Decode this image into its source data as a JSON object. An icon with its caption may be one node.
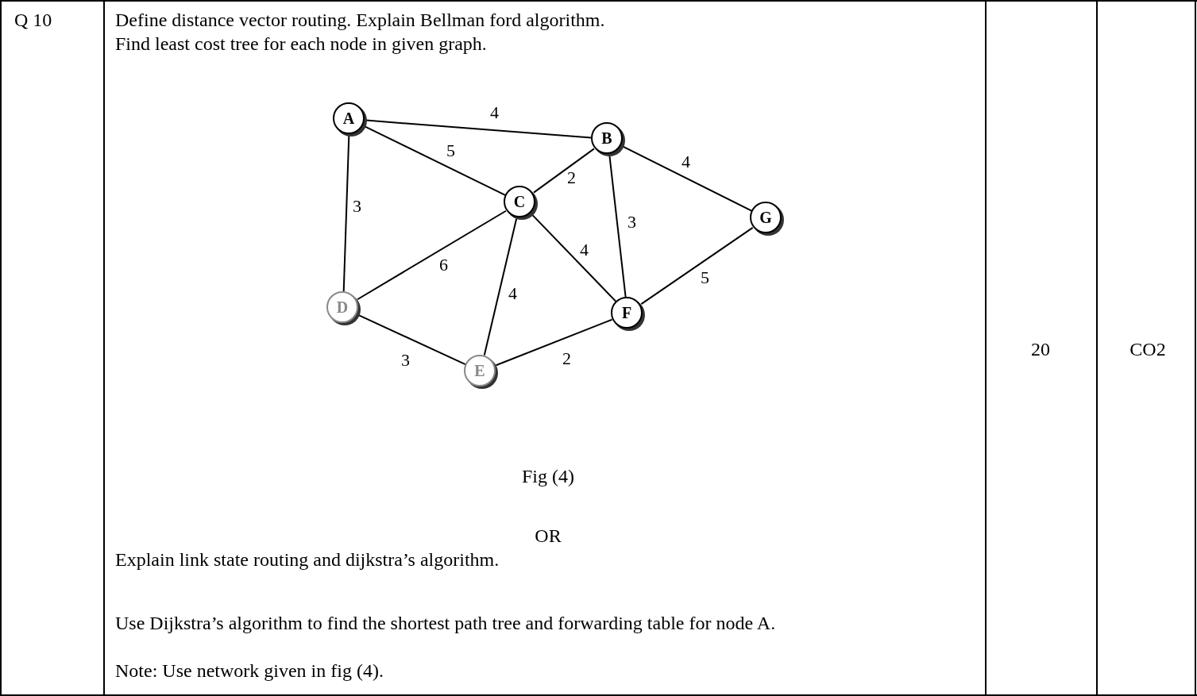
{
  "diagram": {
    "nodes": [
      {
        "text": [
          "A"
        ]
      },
      {
        "text": [
          "B"
        ]
      },
      {
        "text": [
          "C"
        ]
      },
      {
        "text": [
          "D"
        ]
      },
      {
        "text": [
          "E"
        ]
      },
      {
        "text": [
          "F"
        ]
      },
      {
        "text": [
          "G"
        ]
      }
    ],
    "edges": [
      {
        "from": 0,
        "to": 1,
        "arrow": "none",
        "label": "4"
      },
      {
        "from": 0,
        "to": 2,
        "arrow": "none",
        "label": "5"
      },
      {
        "from": 0,
        "to": 3,
        "arrow": "none",
        "label": "3"
      },
      {
        "from": 2,
        "to": 1,
        "arrow": "none",
        "label": "2"
      },
      {
        "from": 1,
        "to": 6,
        "arrow": "none",
        "label": "4"
      },
      {
        "from": 1,
        "to": 5,
        "arrow": "none",
        "label": "3"
      },
      {
        "from": 3,
        "to": 2,
        "arrow": "none",
        "label": "6"
      },
      {
        "from": 4,
        "to": 2,
        "arrow": "none",
        "label": "4"
      },
      {
        "from": 2,
        "to": 5,
        "arrow": "none",
        "label": "4"
      },
      {
        "from": 3,
        "to": 4,
        "arrow": "none",
        "label": "3"
      },
      {
        "from": 4,
        "to": 5,
        "arrow": "none",
        "label": "2"
      },
      {
        "from": 5,
        "to": 6,
        "arrow": "none",
        "label": "5"
      }
    ],
    "labels": [
      "Q 10",
      "Define distance vector routing. Explain Bellman ford algorithm.",
      "Find least cost tree for each node in given graph.",
      "Fig (4)",
      "OR",
      "Explain link state routing and dijkstra’s algorithm.",
      "Use Dijkstra’s algorithm to find the shortest path tree and forwarding table for node A.",
      "Note: Use network given in fig (4).",
      "20",
      "CO2"
    ]
  }
}
